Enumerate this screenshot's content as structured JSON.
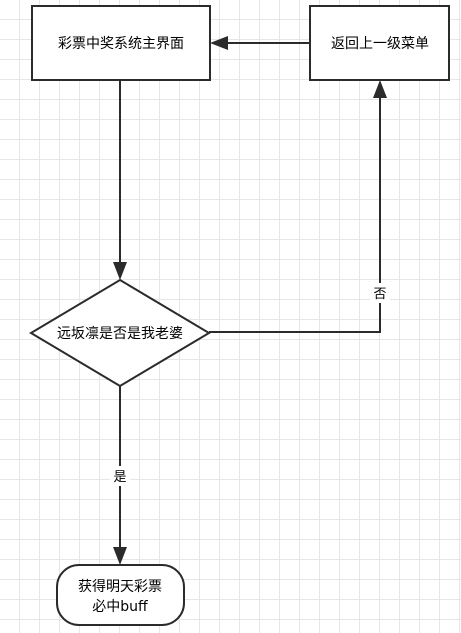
{
  "nodes": {
    "main_menu": {
      "label": "彩票中奖系统主界面",
      "shape": "rectangle"
    },
    "back_menu": {
      "label": "返回上一级菜单",
      "shape": "rectangle"
    },
    "decision": {
      "label": "远坂凛是否是我老婆",
      "shape": "diamond"
    },
    "result": {
      "line1": "获得明天彩票",
      "line2": "必中buff",
      "shape": "rounded-rectangle"
    }
  },
  "edges": {
    "no_label": "否",
    "yes_label": "是"
  },
  "colors": {
    "stroke": "#2b2b2b",
    "fill": "#ffffff",
    "text": "#000000",
    "grid": "#e6e6e6"
  }
}
